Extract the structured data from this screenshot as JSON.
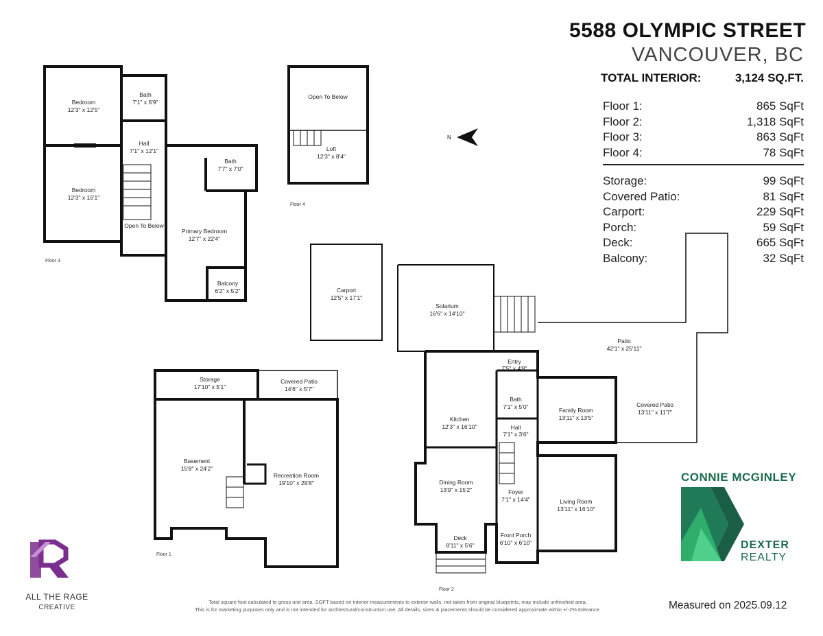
{
  "header": {
    "address": "5588 OLYMPIC STREET",
    "city": "VANCOUVER, BC",
    "total_label": "TOTAL INTERIOR:",
    "total_value": "3,124 SQ.FT."
  },
  "floors": [
    {
      "label": "Floor 1:",
      "value": "865 SqFt"
    },
    {
      "label": "Floor 2:",
      "value": "1,318 SqFt"
    },
    {
      "label": "Floor 3:",
      "value": "863 SqFt"
    },
    {
      "label": "Floor 4:",
      "value": "78 SqFt"
    }
  ],
  "extras": [
    {
      "label": "Storage:",
      "value": "99 SqFt"
    },
    {
      "label": "Covered Patio:",
      "value": "81 SqFt"
    },
    {
      "label": "Carport:",
      "value": "229 SqFt"
    },
    {
      "label": "Porch:",
      "value": "59 SqFt"
    },
    {
      "label": "Deck:",
      "value": "665 SqFt"
    },
    {
      "label": "Balcony:",
      "value": "32 SqFt"
    }
  ],
  "floor_labels": {
    "floor1": "Floor 1",
    "floor2": "Floor 2",
    "floor3": "Floor 3",
    "floor4": "Floor 4"
  },
  "compass": {
    "letter": "N"
  },
  "rooms": {
    "bedroom_a": {
      "name": "Bedroom",
      "dims": "12'3\" x 12'5\""
    },
    "bath_a": {
      "name": "Bath",
      "dims": "7'1\" x 6'9\""
    },
    "hall_a": {
      "name": "Hall",
      "dims": "7'1\" x 12'1\""
    },
    "bedroom_b": {
      "name": "Bedroom",
      "dims": "12'3\" x 15'1\""
    },
    "open_below_a": {
      "name": "Open To Below"
    },
    "bath_b": {
      "name": "Bath",
      "dims": "7'7\" x 7'0\""
    },
    "primary": {
      "name": "Primary Bedroom",
      "dims": "12'7\" x 22'4\""
    },
    "balcony": {
      "name": "Balcony",
      "dims": "6'2\" x 5'2\""
    },
    "open_below_b": {
      "name": "Open To Below"
    },
    "loft": {
      "name": "Loft",
      "dims": "12'3\" x 8'4\""
    },
    "carport": {
      "name": "Carport",
      "dims": "12'5\" x 17'1\""
    },
    "solarium": {
      "name": "Solarium",
      "dims": "16'6\" x 14'10\""
    },
    "patio": {
      "name": "Patio",
      "dims": "42'1\" x 25'11\""
    },
    "entry": {
      "name": "Entry",
      "dims": "7'5\" x 4'8\""
    },
    "kitchen": {
      "name": "Kitchen",
      "dims": "12'3\" x 16'10\""
    },
    "bath_c": {
      "name": "Bath",
      "dims": "7'1\" x 5'0\""
    },
    "family": {
      "name": "Family Room",
      "dims": "13'11\" x 13'5\""
    },
    "covpatio2": {
      "name": "Covered Patio",
      "dims": "13'11\" x 11'7\""
    },
    "hall_c": {
      "name": "Hall",
      "dims": "7'1\" x 3'6\""
    },
    "dining": {
      "name": "Dining Room",
      "dims": "13'9\" x 15'2\""
    },
    "foyer": {
      "name": "Foyer",
      "dims": "7'1\" x 14'4\""
    },
    "living": {
      "name": "Living Room",
      "dims": "13'11\" x 16'10\""
    },
    "deck": {
      "name": "Deck",
      "dims": "8'11\" x 5'6\""
    },
    "front_porch": {
      "name": "Front Porch",
      "dims": "6'10\" x 6'10\""
    },
    "storage": {
      "name": "Storage",
      "dims": "17'10\" x 5'1\""
    },
    "covpatio1": {
      "name": "Covered Patio",
      "dims": "14'6\" x 5'7\""
    },
    "basement": {
      "name": "Basement",
      "dims": "15'8\" x 24'2\""
    },
    "recreation": {
      "name": "Recreation Room",
      "dims": "19'10\" x 29'8\""
    }
  },
  "footer": {
    "disclaimer_1": "Total square foot calculated to gross unit area. SOFT based on interior measurements to exterior walls, not taken from original blueprints, may include unfinished area.",
    "disclaimer_2": "This is for marketing purposes only and is not intended for architectural/construction use. All details, sizes & placements should be considered approximate within +/-2% tolerance.",
    "measured": "Measured on 2025.09.12"
  },
  "branding": {
    "atr_line1": "ALL THE RAGE",
    "atr_line2": "CREATIVE",
    "agent": "CONNIE MCGINLEY",
    "brokerage_1": "DEXTER",
    "brokerage_2": "REALTY",
    "atr_color": "#7a2e8e",
    "dexter_dark": "#1b5e46",
    "dexter_light": "#2fae6b"
  }
}
